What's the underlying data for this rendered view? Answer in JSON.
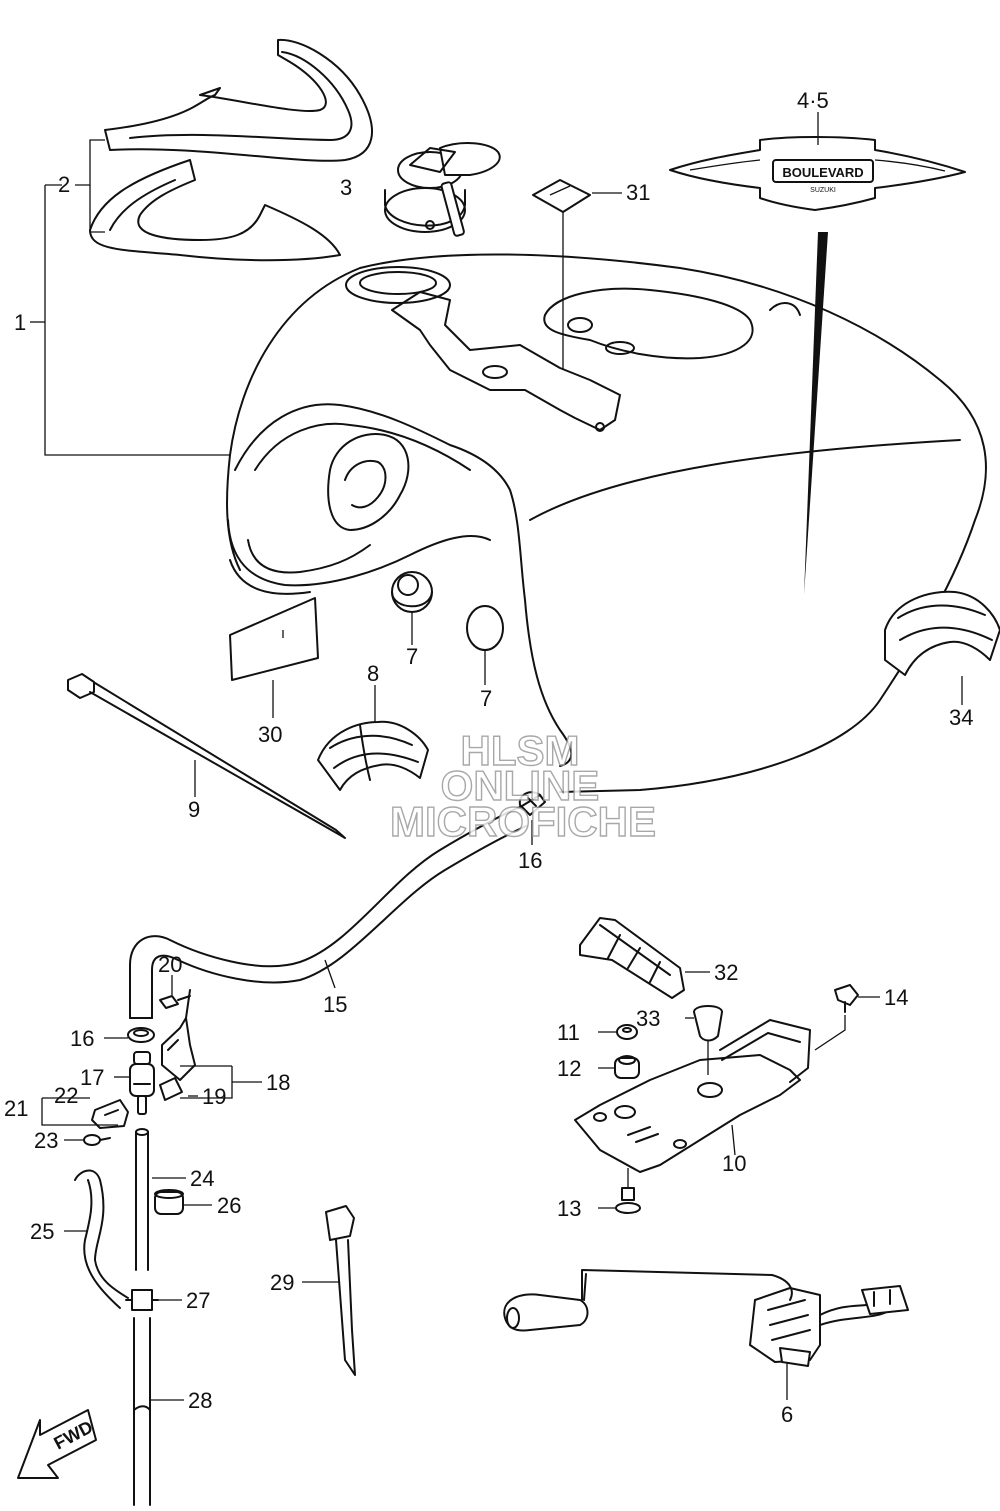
{
  "diagram": {
    "callouts": {
      "c1": "1",
      "c2": "2",
      "c3": "3",
      "c45": "4·5",
      "c6": "6",
      "c7a": "7",
      "c7b": "7",
      "c8": "8",
      "c9": "9",
      "c10": "10",
      "c11": "11",
      "c12": "12",
      "c13": "13",
      "c14": "14",
      "c15": "15",
      "c16a": "16",
      "c16b": "16",
      "c17": "17",
      "c18": "18",
      "c19": "19",
      "c20": "20",
      "c21": "21",
      "c22": "22",
      "c23": "23",
      "c24": "24",
      "c25": "25",
      "c26": "26",
      "c27": "27",
      "c28": "28",
      "c29": "29",
      "c30": "30",
      "c31": "31",
      "c32": "32",
      "c33": "33",
      "c34": "34"
    },
    "emblem_text": "BOULEVARD",
    "emblem_subtext": "SUZUKI",
    "fwd_label": "FWD",
    "watermark": [
      "HLSM",
      "ONLINE",
      "MICROFICHE"
    ]
  }
}
